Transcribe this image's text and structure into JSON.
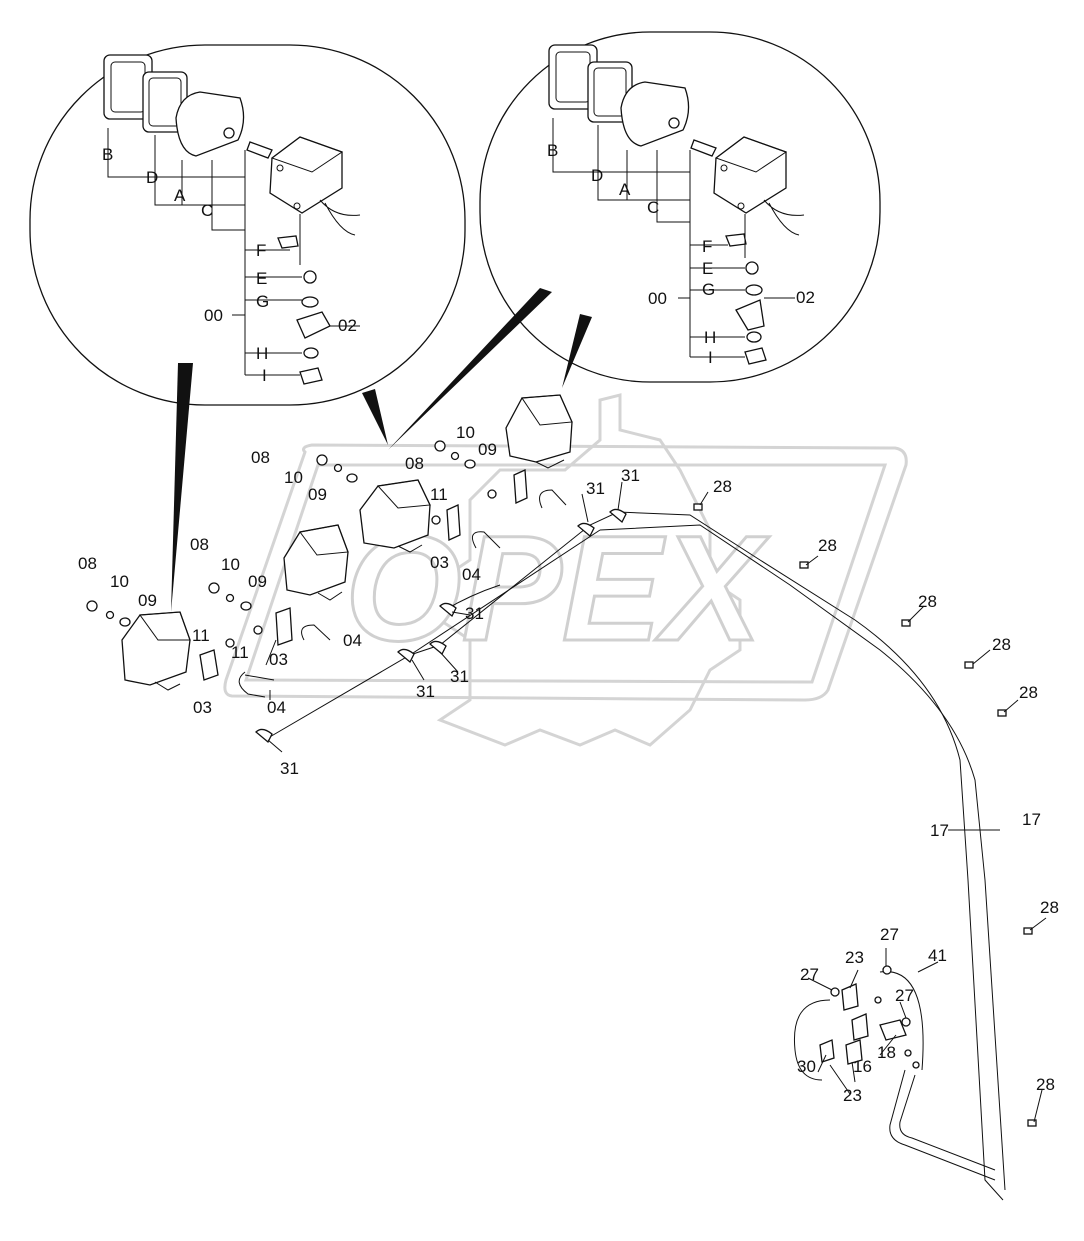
{
  "watermark": {
    "text": "OPEX"
  },
  "colors": {
    "ink": "#111111",
    "watermark": "#d0d0d0",
    "background": "#ffffff"
  },
  "detail_left": {
    "letters": {
      "B": "B",
      "D": "D",
      "A": "A",
      "C": "C",
      "F": "F",
      "E": "E",
      "G": "G",
      "H": "H",
      "I": "I"
    },
    "assembly": "00",
    "bracket": "02"
  },
  "detail_right": {
    "letters": {
      "B": "B",
      "D": "D",
      "A": "A",
      "C": "C",
      "F": "F",
      "E": "E",
      "G": "G",
      "H": "H",
      "I": "I"
    },
    "assembly": "00",
    "bracket": "02"
  },
  "callouts": {
    "p01": "08",
    "p02": "10",
    "p03": "09",
    "p04": "08",
    "p05": "10",
    "p06": "09",
    "p07": "11",
    "p08": "03",
    "p09": "04",
    "p10": "08",
    "p11": "10",
    "p12": "09",
    "p13": "11",
    "p14": "03",
    "p15": "04",
    "p16": "08",
    "p17": "10",
    "p18": "09",
    "p19": "08",
    "p20": "10",
    "p21": "09",
    "p22": "11",
    "p23": "03",
    "p24": "04",
    "p25": "31",
    "p26": "31",
    "p27": "31",
    "p28": "31",
    "p29": "31",
    "p30": "31",
    "p31": "28",
    "p32": "28",
    "p33": "28",
    "p34": "28",
    "p35": "28",
    "p36": "28",
    "p37": "28",
    "p38": "17",
    "p39": "17",
    "p40": "27",
    "p41": "23",
    "p42": "41",
    "p43": "27",
    "p44": "27",
    "p45": "30",
    "p46": "16",
    "p47": "18",
    "p48": "23"
  }
}
